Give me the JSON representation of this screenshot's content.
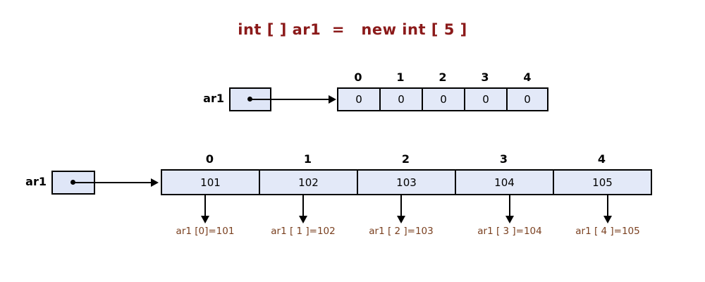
{
  "title": "int [ ] ar1  =   new int [ 5 ]",
  "colors": {
    "title_text": "#8b1a1a",
    "cell_fill": "#e3e9f8",
    "ref_box_fill": "#dfe6f7",
    "border": "#000000",
    "annotation_text": "#7a4020"
  },
  "declaration_row": {
    "variable_label": "ar1",
    "indices": [
      "0",
      "1",
      "2",
      "3",
      "4"
    ],
    "values": [
      "0",
      "0",
      "0",
      "0",
      "0"
    ]
  },
  "assigned_row": {
    "variable_label": "ar1",
    "indices": [
      "0",
      "1",
      "2",
      "3",
      "4"
    ],
    "values": [
      "101",
      "102",
      "103",
      "104",
      "105"
    ],
    "annotations": [
      "ar1 [0]=101",
      "ar1 [ 1 ]=102",
      "ar1 [ 2 ]=103",
      "ar1 [ 3 ]=104",
      "ar1 [ 4 ]=105"
    ]
  }
}
